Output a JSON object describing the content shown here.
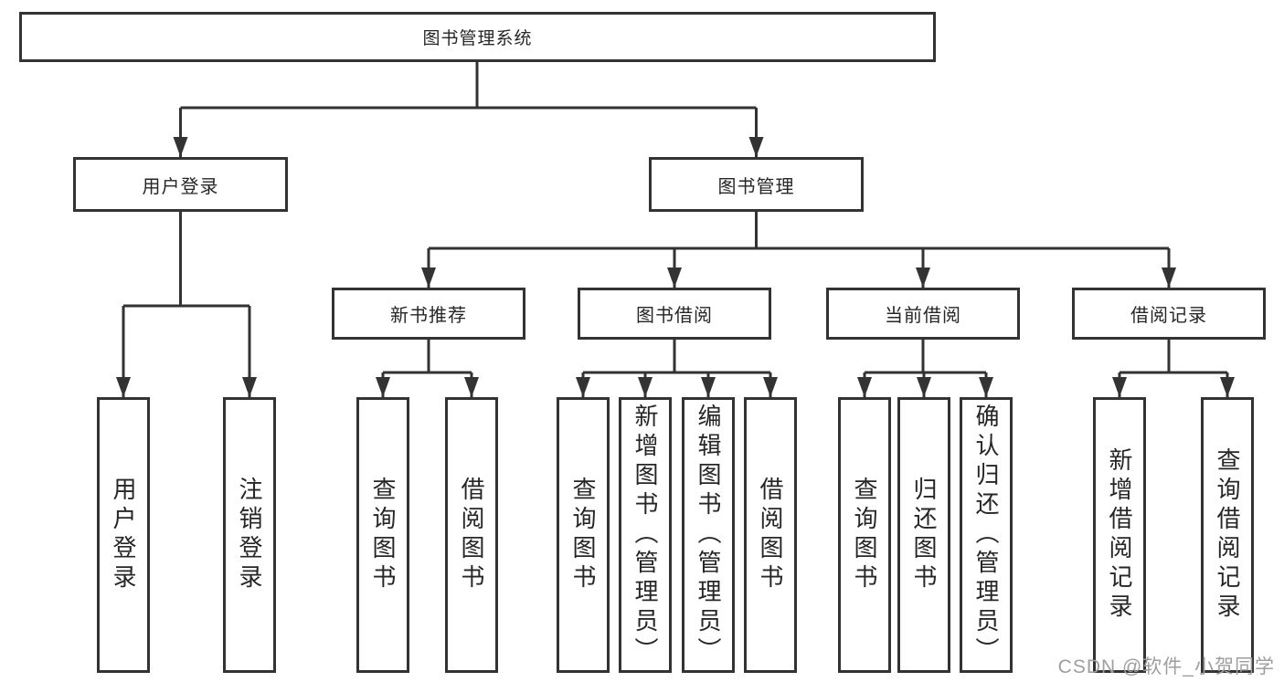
{
  "diagram": {
    "title": "图书管理系统",
    "level2": {
      "user_login": "用户登录",
      "book_management": "图书管理"
    },
    "level3": {
      "new_book_recommend": "新书推荐",
      "book_borrowing": "图书借阅",
      "current_borrowing": "当前借阅",
      "borrow_records": "借阅记录"
    },
    "leaves": {
      "user_login_1": "用户登录",
      "user_login_2": "注销登录",
      "new_books_1": "查询图书",
      "new_books_2": "借阅图书",
      "borrowing_1": "查询图书",
      "borrowing_2": "新增图书（管理员）",
      "borrowing_3": "编辑图书（管理员）",
      "borrowing_4": "借阅图书",
      "current_1": "查询图书",
      "current_2": "归还图书",
      "current_3": "确认归还（管理员）",
      "records_1": "新增借阅记录",
      "records_2": "查询借阅记录"
    }
  },
  "watermark": "CSDN @软件_小贺同学",
  "colors": {
    "line": "#333333",
    "text": "#262626",
    "watermark": "#9e9e9e",
    "background": "#ffffff"
  }
}
